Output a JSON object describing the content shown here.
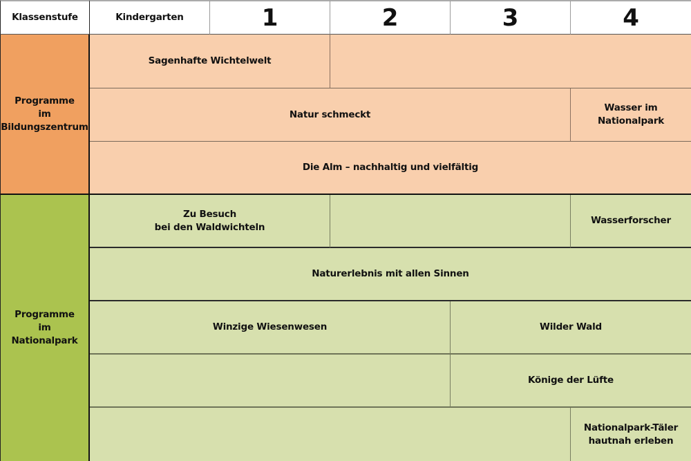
{
  "header": {
    "row_label": "Klassenstufe",
    "columns": [
      "Kindergarten",
      "1",
      "2",
      "3",
      "4"
    ]
  },
  "colors": {
    "header_bg": "#ffffff",
    "bildungszentrum_category": "#f0a060",
    "bildungszentrum_cells": "#f9cfad",
    "nationalpark_category": "#abc34f",
    "nationalpark_cells": "#d7e0ae"
  },
  "sections": [
    {
      "category": "Programme\nim\nBildungszentrum",
      "rows": [
        {
          "programs": [
            {
              "label": "Sagenhafte Wichtelwelt",
              "span": "Kindergarten–1"
            },
            {
              "label": "",
              "span": "2–4"
            }
          ]
        },
        {
          "programs": [
            {
              "label": "Natur schmeckt",
              "span": "Kindergarten–3"
            },
            {
              "label": "Wasser im\nNationalpark",
              "span": "4"
            }
          ]
        },
        {
          "programs": [
            {
              "label": "Die Alm – nachhaltig und vielfältig",
              "span": "Kindergarten–4"
            }
          ]
        }
      ]
    },
    {
      "category": "Programme\nim\nNationalpark",
      "rows": [
        {
          "programs": [
            {
              "label": "Zu Besuch\nbei den Waldwichteln",
              "span": "Kindergarten–1"
            },
            {
              "label": "",
              "span": "2–3"
            },
            {
              "label": "Wasserforscher",
              "span": "4"
            }
          ]
        },
        {
          "programs": [
            {
              "label": "Naturerlebnis mit allen Sinnen",
              "span": "Kindergarten–4"
            }
          ]
        },
        {
          "programs": [
            {
              "label": "Winzige Wiesenwesen",
              "span": "Kindergarten–2"
            },
            {
              "label": "Wilder Wald",
              "span": "3–4"
            }
          ]
        },
        {
          "programs": [
            {
              "label": "",
              "span": "Kindergarten–2"
            },
            {
              "label": "Könige der Lüfte",
              "span": "3–4"
            }
          ]
        },
        {
          "programs": [
            {
              "label": "",
              "span": "Kindergarten–3"
            },
            {
              "label": "Nationalpark-Täler\nhautnah erleben",
              "span": "4"
            }
          ]
        }
      ]
    }
  ]
}
